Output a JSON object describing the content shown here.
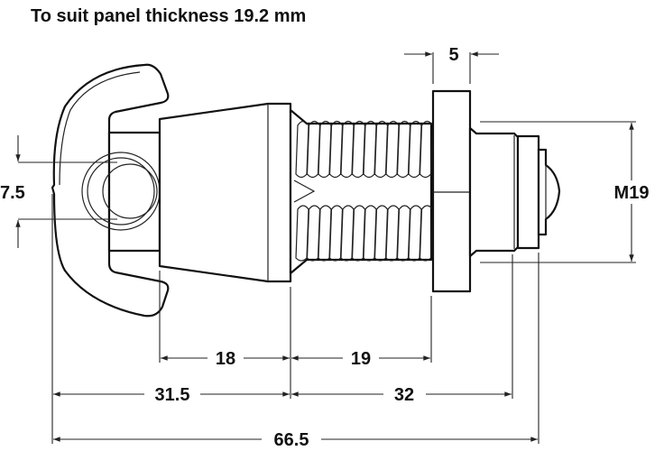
{
  "title": "To suit panel thickness 19.2 mm",
  "dimensions": {
    "flange_thickness": "5",
    "thread_size": "M19",
    "wing_hole": "7.5",
    "cone_length": "18",
    "thread_length": "19",
    "wing_to_cone": "31.5",
    "cone_to_end": "32",
    "overall_length": "66.5"
  }
}
